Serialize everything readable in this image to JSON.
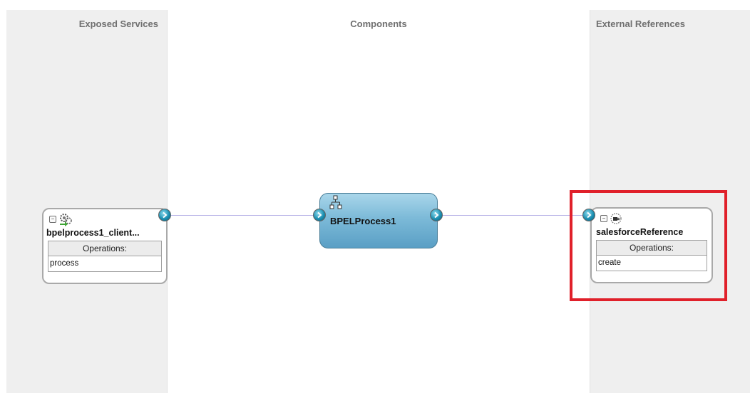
{
  "lanes": {
    "exposed_services": "Exposed Services",
    "components": "Components",
    "external_references": "External References"
  },
  "service": {
    "name": "bpelprocess1_client...",
    "operations_header": "Operations:",
    "operations": [
      "process"
    ]
  },
  "component": {
    "name": "BPELProcess1"
  },
  "reference": {
    "name": "salesforceReference",
    "operations_header": "Operations:",
    "operations": [
      "create"
    ]
  },
  "colors": {
    "wire": "#b7b2e6",
    "highlight": "#e0202a",
    "component_fill": "#7cbad8"
  }
}
